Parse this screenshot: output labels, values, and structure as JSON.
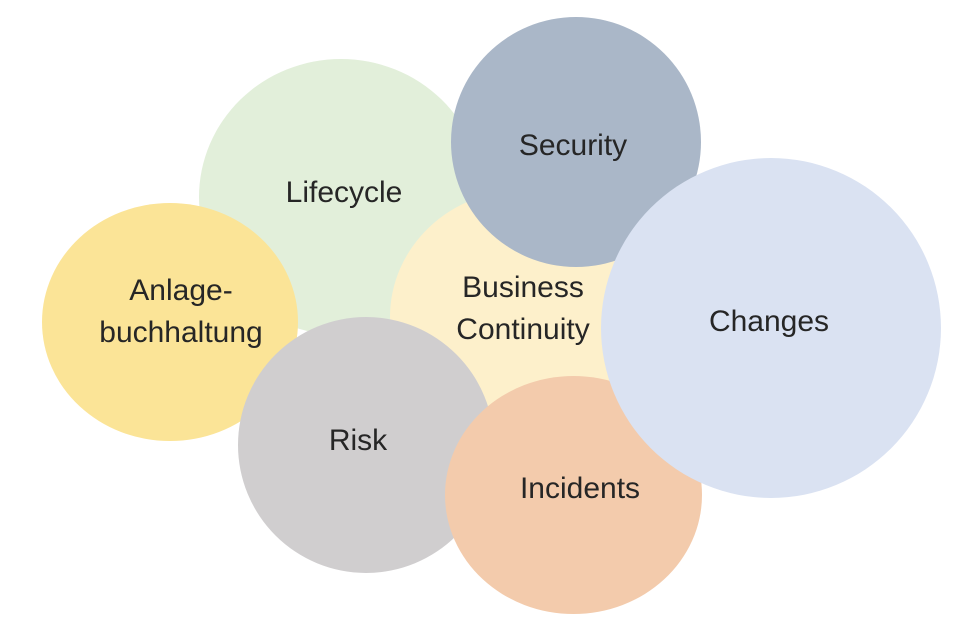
{
  "bubbles": {
    "lifecycle": {
      "label": "Lifecycle",
      "color": "#e2efda"
    },
    "security": {
      "label": "Security",
      "color": "#aab7c8"
    },
    "business_continuity": {
      "line1": "Business",
      "line2": "Continuity",
      "color": "#fdf0cb"
    },
    "anlagebuchhaltung": {
      "line1": "Anlage-",
      "line2": "buchhaltung",
      "color": "#fbe497"
    },
    "risk": {
      "label": "Risk",
      "color": "#d0cecf"
    },
    "incidents": {
      "label": "Incidents",
      "color": "#f3cbac"
    },
    "changes": {
      "label": "Changes",
      "color": "#dae2f2"
    }
  }
}
